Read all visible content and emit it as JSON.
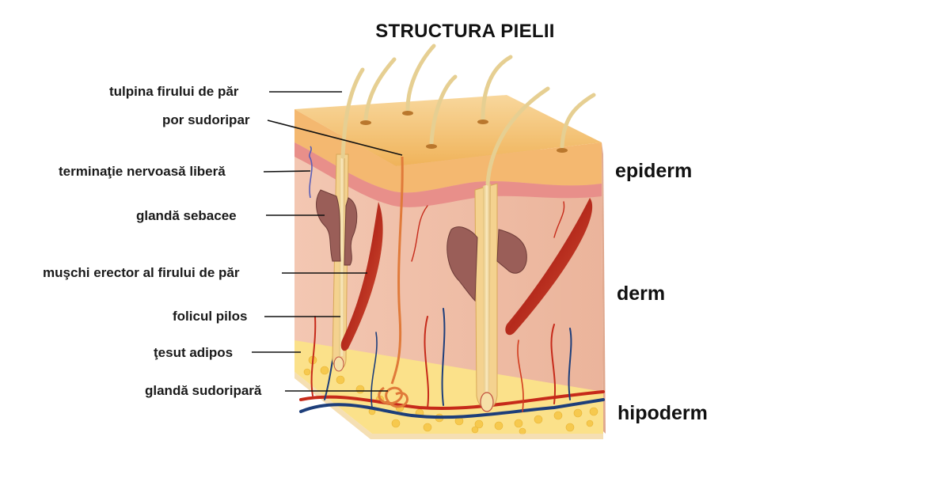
{
  "title": "STRUCTURA  PIELII",
  "labels": {
    "hair_shaft": "tulpina firului de păr",
    "sweat_pore": "por sudoripar",
    "nerve_ending": "terminaţie nervoasă liberă",
    "sebaceous_gland": "glandă sebacee",
    "arrector_muscle": "muşchi erector al firului de păr",
    "hair_follicle": "folicul pilos",
    "adipose_tissue": "ţesut adipos",
    "sweat_gland": "glandă sudoripară"
  },
  "layers": {
    "epidermis": "epiderm",
    "dermis": "derm",
    "hypodermis": "hipoderm"
  }
}
